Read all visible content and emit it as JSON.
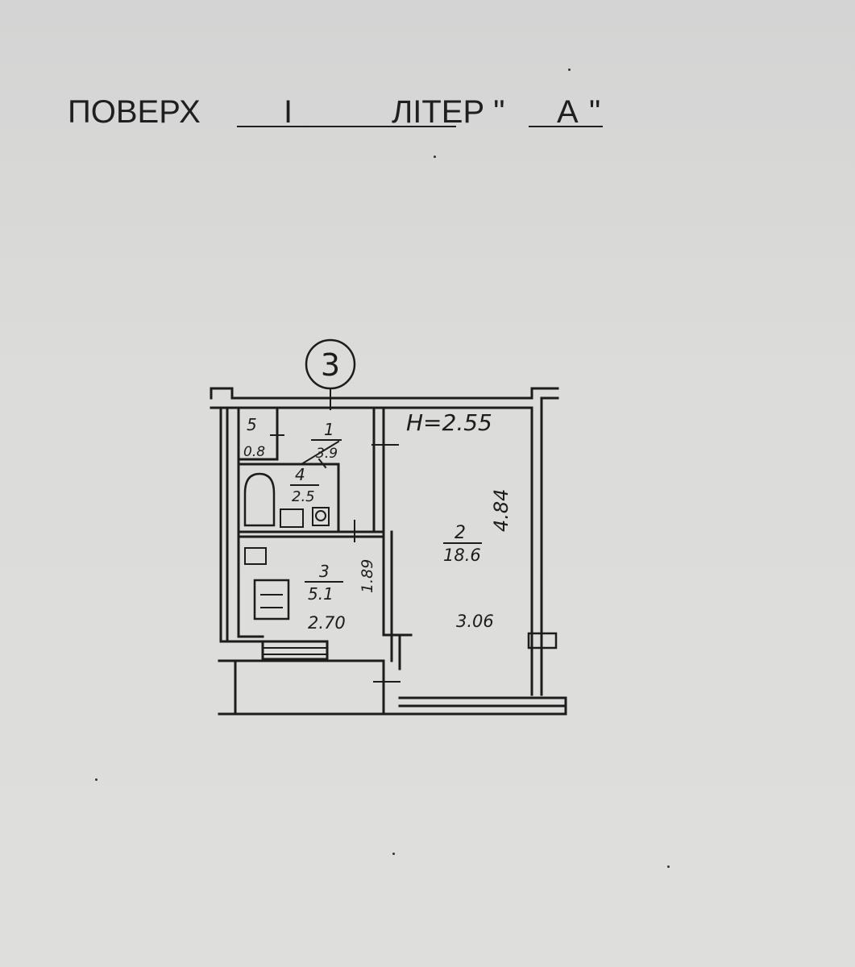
{
  "header": {
    "floor_label": "ПОВЕРХ",
    "floor_value": "I",
    "letter_label": "ЛІТЕР \"",
    "letter_value": "А",
    "letter_close": "\""
  },
  "plan": {
    "apartment_number": "3",
    "ceiling_height": "H=2.55",
    "rooms": [
      {
        "number": "1",
        "area": "3.9"
      },
      {
        "number": "2",
        "area": "18.6"
      },
      {
        "number": "3",
        "area": "5.1"
      },
      {
        "number": "4",
        "area": "2.5"
      },
      {
        "number": "5",
        "area": "0.8"
      }
    ],
    "dimensions": {
      "room2_length": "4.84",
      "room2_width": "3.06",
      "room3_width": "2.70",
      "room3_depth": "1.89"
    }
  },
  "colors": {
    "paper": "#dcdcda",
    "ink": "#1c1c1c"
  }
}
